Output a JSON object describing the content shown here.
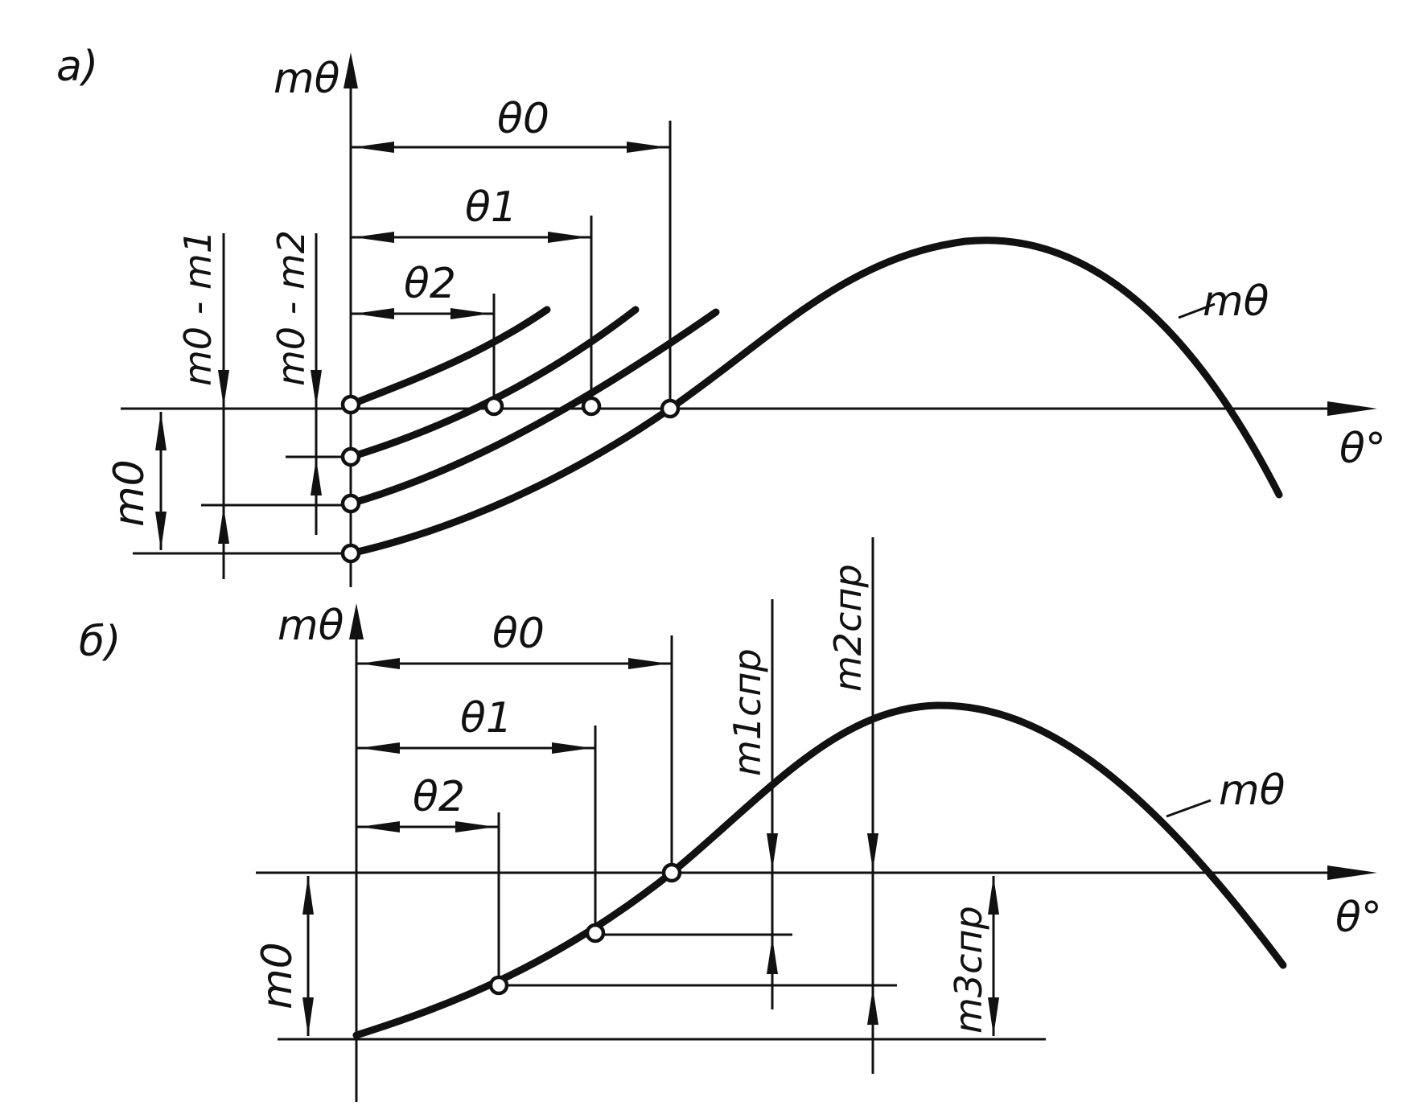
{
  "panel_a": {
    "label": "а)",
    "y_axis": "mθ",
    "x_axis": "θ°",
    "curve": "mθ",
    "dims": {
      "theta0": "θ0",
      "theta1": "θ1",
      "theta2": "θ2",
      "m0": "m0",
      "m0_m1": "m0 - m1",
      "m0_m2": "m0 - m2"
    }
  },
  "panel_b": {
    "label": "б)",
    "y_axis": "mθ",
    "x_axis": "θ°",
    "curve": "mθ",
    "dims": {
      "theta0": "θ0",
      "theta1": "θ1",
      "theta2": "θ2",
      "m0": "m0",
      "m1spr": "m1спр",
      "m2spr": "m2спр",
      "m3spr": "m3спр"
    }
  }
}
